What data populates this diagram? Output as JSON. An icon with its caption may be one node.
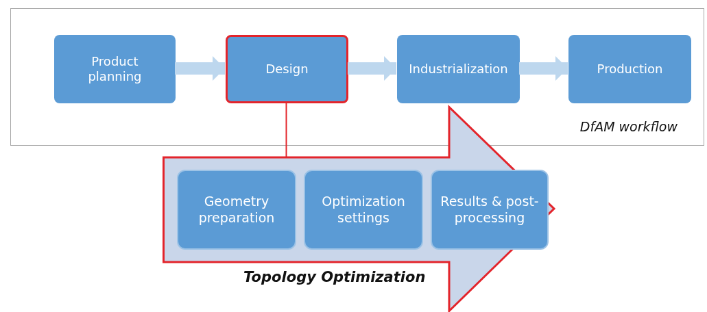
{
  "diagram": {
    "nodes": [
      {
        "text": [
          "DfAM workflow"
        ]
      },
      {
        "text": [
          "Product planning"
        ],
        "in": 0
      },
      {
        "text": [
          "Design"
        ],
        "in": 0
      },
      {
        "text": [
          "Industrialization"
        ],
        "in": 0
      },
      {
        "text": [
          "Production"
        ],
        "in": 0
      },
      {
        "text": [
          "Topology Optimization"
        ]
      },
      {
        "text": [
          "Geometry preparation"
        ],
        "in": 5
      },
      {
        "text": [
          "Optimization settings"
        ],
        "in": 5
      },
      {
        "text": [
          "Results & post-processing"
        ],
        "in": 5
      }
    ],
    "edges": [
      {
        "from": 1,
        "to": 2,
        "arrow": "to"
      },
      {
        "from": 2,
        "to": 3,
        "arrow": "to"
      },
      {
        "from": 3,
        "to": 4,
        "arrow": "to"
      },
      {
        "from": 2,
        "to": 5,
        "arrow": "none",
        "color": "#e3242b"
      }
    ]
  }
}
